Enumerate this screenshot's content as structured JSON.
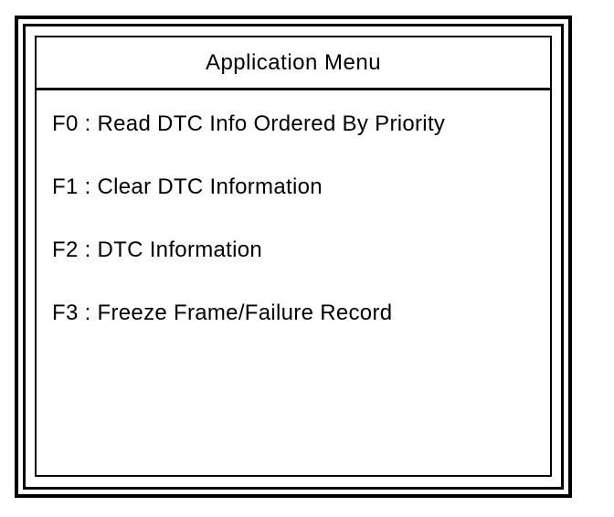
{
  "window": {
    "title": "Application Menu"
  },
  "menu": {
    "separator": " : ",
    "items": [
      {
        "key": "F0",
        "label": "Read DTC Info Ordered By Priority"
      },
      {
        "key": "F1",
        "label": "Clear DTC Information"
      },
      {
        "key": "F2",
        "label": "DTC Information"
      },
      {
        "key": "F3",
        "label": "Freeze Frame/Failure Record"
      }
    ]
  },
  "colors": {
    "foreground": "#000000",
    "background": "#ffffff"
  }
}
